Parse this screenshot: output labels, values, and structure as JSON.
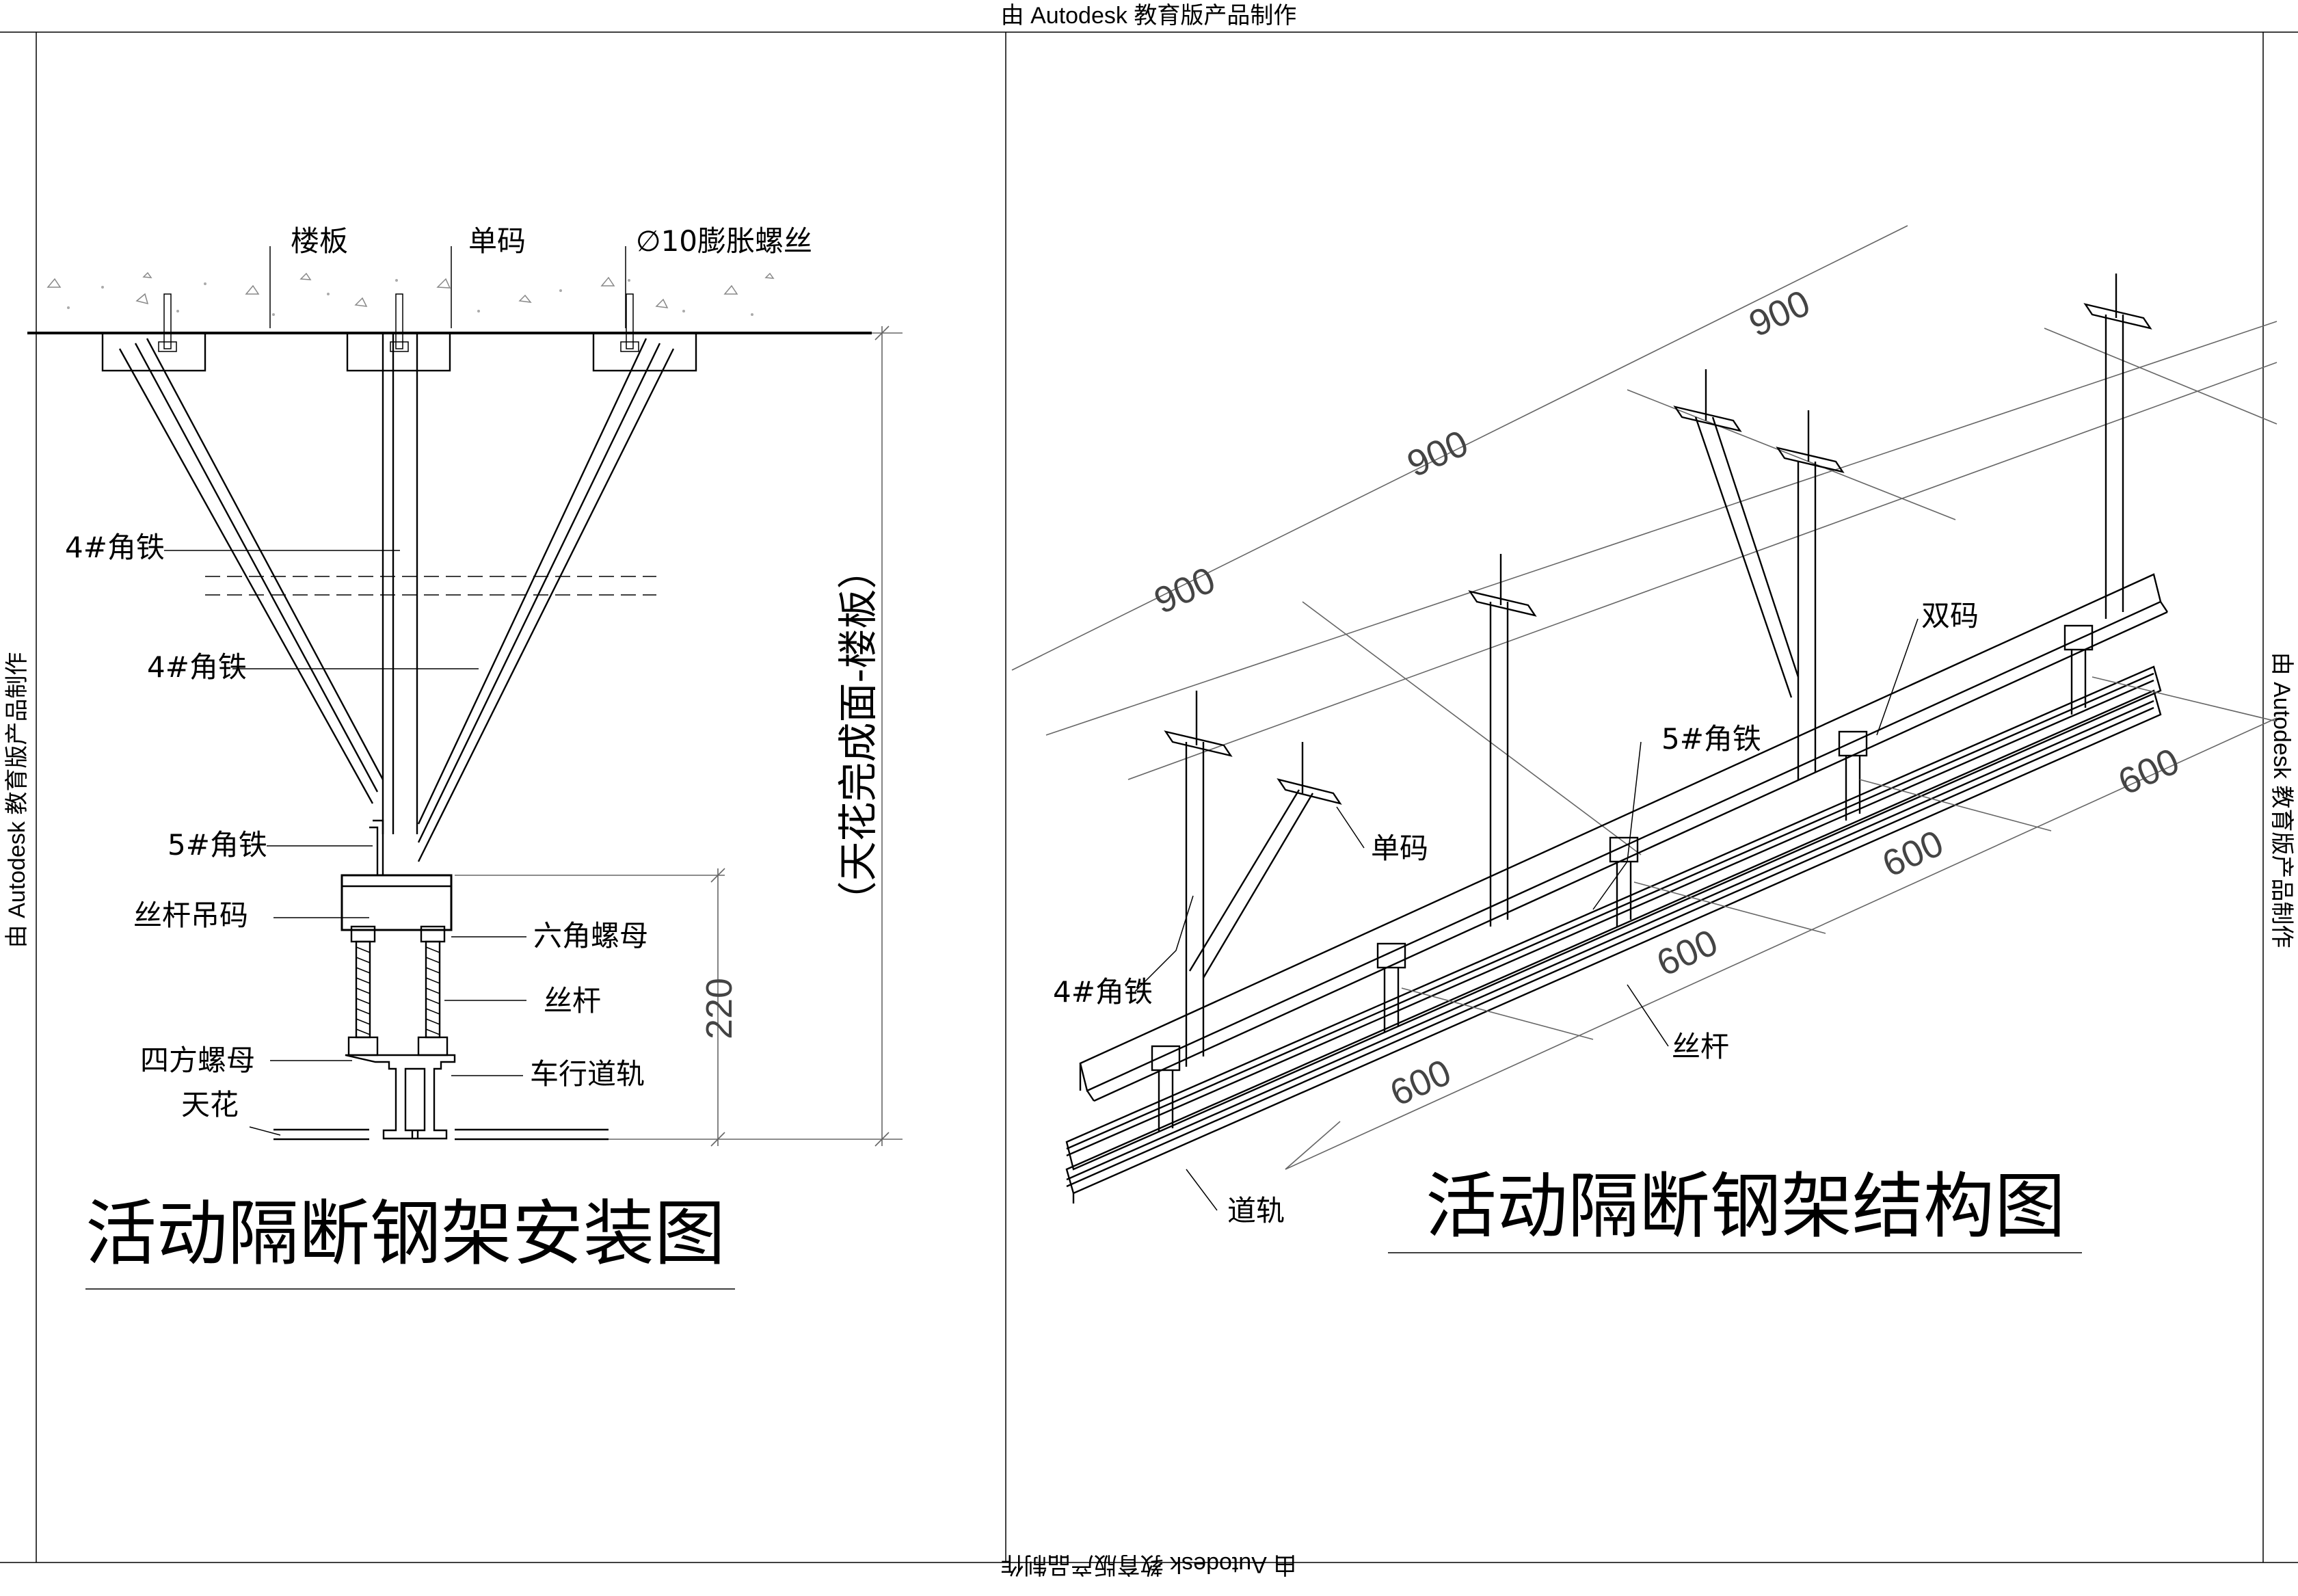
{
  "watermark": {
    "text": "由 Autodesk 教育版产品制作"
  },
  "left": {
    "title": "活动隔断钢架安装图",
    "labels": {
      "floor": "楼板",
      "single_clip": "单码",
      "expansion_bolt": "∅10膨胀螺丝",
      "angle4_a": "4#角铁",
      "angle4_b": "4#角铁",
      "angle5": "5#角铁",
      "rod_hanger": "丝杆吊码",
      "hex_nut": "六角螺母",
      "rod": "丝杆",
      "square_nut": "四方螺母",
      "track": "车行道轨",
      "ceiling": "天花"
    },
    "dims": {
      "height_220": "220",
      "ceiling_to_floor": "（天花完成面-楼板）"
    }
  },
  "right": {
    "title": "活动隔断钢架结构图",
    "labels": {
      "double_clip": "双码",
      "angle5": "5#角铁",
      "single_clip": "单码",
      "angle4": "4#角铁",
      "rod": "丝杆",
      "track": "道轨"
    },
    "dims": {
      "d900_1": "900",
      "d900_2": "900",
      "d900_3": "900",
      "d600_1": "600",
      "d600_2": "600",
      "d600_3": "600",
      "d600_4": "600"
    }
  }
}
